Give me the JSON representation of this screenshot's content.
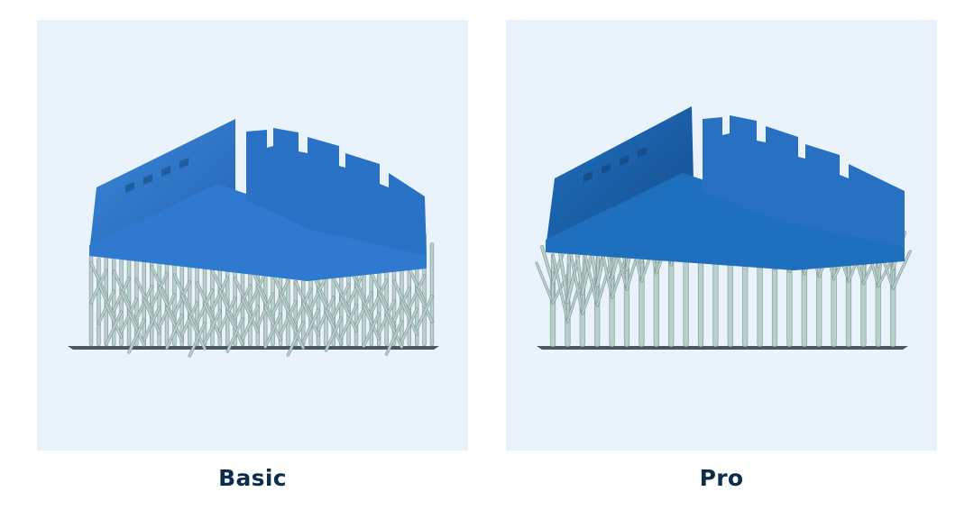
{
  "comparison": {
    "basic": {
      "label": "Basic",
      "render": "3d-print-preview-basic-supports",
      "support_style": "straight-lattice"
    },
    "pro": {
      "label": "Pro",
      "render": "3d-print-preview-pro-supports",
      "support_style": "branching-tree"
    }
  },
  "colors": {
    "panel_background": "#eaf3fb",
    "model_blue": "#2f7ad0",
    "model_blue_dark": "#1e5d9e",
    "support_gray": "#b9cfcb",
    "support_outline": "#7f9793",
    "build_plate": "#4a5660",
    "caption_text": "#0e2d4e"
  }
}
